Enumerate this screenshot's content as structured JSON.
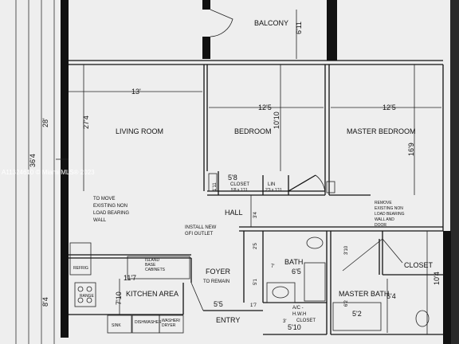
{
  "rooms": {
    "balcony": "BALCONY",
    "living_room": "LIVING ROOM",
    "bedroom": "BEDROOM",
    "master_bedroom": "MASTER BEDROOM",
    "hall": "HALL",
    "foyer": "FOYER",
    "kitchen_area": "KITCHEN AREA",
    "bath": "BATH",
    "master_bath": "MASTER BATH",
    "closet": "CLOSET",
    "entry": "ENTRY",
    "closet_small": "CLOSET",
    "lin": "LIN"
  },
  "dimensions": {
    "balcony_depth": "6'11",
    "living_width": "13'",
    "living_length": "27'4",
    "overall_28": "28'",
    "overall_36": "36'4",
    "overall_84": "8'4",
    "bedroom_width": "12'5",
    "bedroom_depth": "10'10",
    "master_width": "12'5",
    "master_depth": "16'9",
    "closet_w": "5'8",
    "closet_h": "1'11",
    "closet_size": "5'8 x 1'11",
    "lin_size": "2'3 x 1'11",
    "hall_w": "3'4",
    "d_25": "2'5",
    "d_7": "7'",
    "bath_w": "6'5",
    "d_51": "5'1",
    "d_310": "3'10",
    "d_62": "6'2",
    "closet_d": "10'4",
    "mb_w": "6'4",
    "d_52": "5'2",
    "kitchen_w": "11'7",
    "kitchen_d": "7'10",
    "foyer_w": "5'5",
    "d_17": "1'7",
    "ac_w": "5'10",
    "d_3": "3'"
  },
  "notes": {
    "remove_left": [
      "TO MOVE",
      "EXISTING NON",
      "LOAD BEARING",
      "WALL"
    ],
    "remove_right": [
      "REMOVE",
      "EXISTING NON",
      "LOAD BEARING",
      "WALL AND",
      "DOOR"
    ],
    "gfi": [
      "INSTALL NEW",
      "GFI OUTLET"
    ],
    "to_remain": "TO REMAIN",
    "island": [
      "ISLAND",
      "BASE",
      "CABINETS"
    ],
    "ac_closet": [
      "A/C -",
      "H.W.H",
      "CLOSET"
    ]
  },
  "fixtures": {
    "refrig": "REFRIG",
    "range": "RANGE",
    "sink": "SINK",
    "dishwasher": "DISHWASHER",
    "washer_dryer": [
      "WASHER/",
      "DRYER"
    ]
  },
  "watermark": "A11324610 © Miami MLS® 2023"
}
